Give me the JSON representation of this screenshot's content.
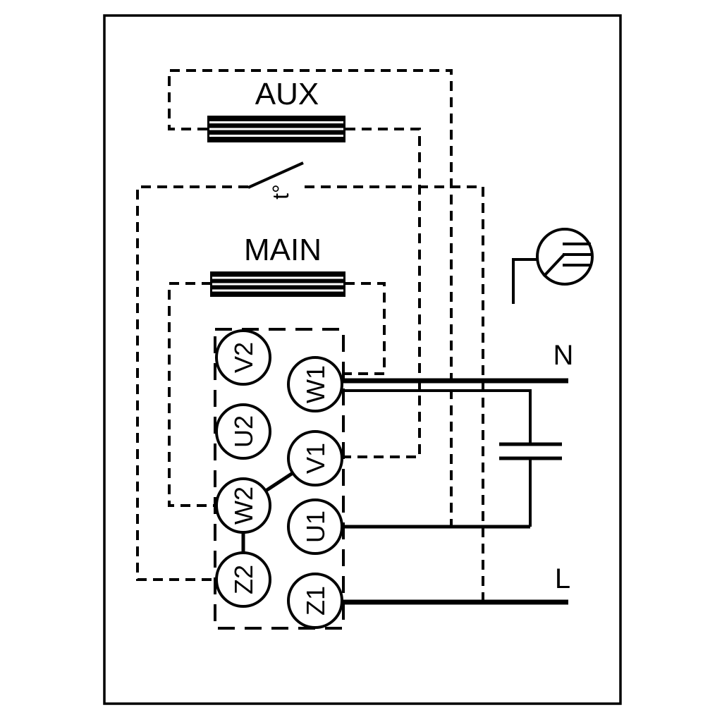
{
  "diagram": {
    "aux_label": "AUX",
    "main_label": "MAIN",
    "switch_label": "t°",
    "neutral_label": "N",
    "line_label": "L",
    "terminals_left": [
      {
        "label": "V2"
      },
      {
        "label": "U2"
      },
      {
        "label": "W2"
      },
      {
        "label": "Z2"
      }
    ],
    "terminals_right": [
      {
        "label": "W1"
      },
      {
        "label": "V1"
      },
      {
        "label": "U1"
      },
      {
        "label": "Z1"
      }
    ],
    "colors": {
      "line": "#000000",
      "background": "#ffffff"
    }
  }
}
